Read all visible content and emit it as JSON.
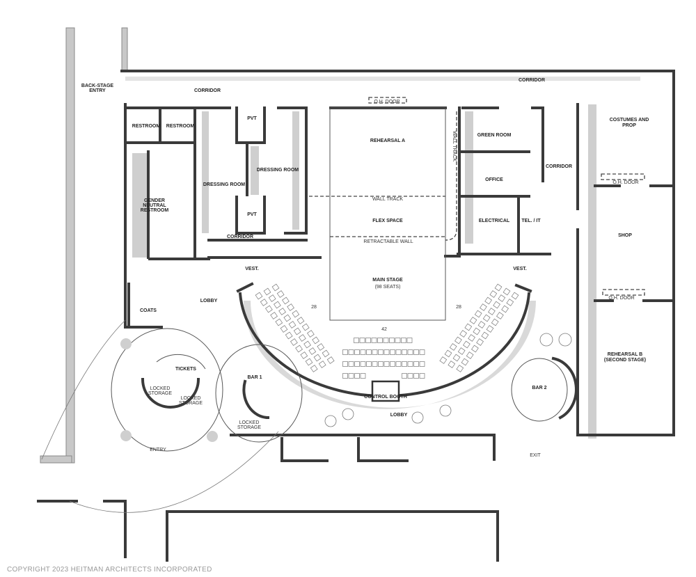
{
  "title": "Theater floor plan",
  "copyright": "COPYRIGHT 2023 HEITMAN ARCHITECTS INCORPORATED",
  "rooms": {
    "backstage_entry_1": "BACK-STAGE",
    "backstage_entry_2": "ENTRY",
    "corridor_top_left": "CORRIDOR",
    "corridor_top_right": "CORRIDOR",
    "corridor_mid": "CORRIDOR",
    "corridor_right": "CORRIDOR",
    "restroom_1": "RESTROOM",
    "restroom_2": "RESTROOM",
    "pvt_1": "PVT",
    "pvt_2": "PVT",
    "dressing_room_1": "DRESSING ROOM",
    "dressing_room_2": "DRESSING ROOM",
    "gender_neutral_1": "GENDER",
    "gender_neutral_2": "NEUTRAL",
    "gender_neutral_3": "RESTROOM",
    "oh_door_1": "O.H. DOOR",
    "oh_door_2": "O.H. DOOR",
    "oh_door_3": "O.H. DOOR",
    "rehearsal_a": "REHEARSAL A",
    "wall_track_vertical": "WALL TRACK",
    "wall_track": "WALL TRACK",
    "flex_space": "FLEX SPACE",
    "retractable_wall": "RETRACTABLE WALL",
    "green_room": "GREEN ROOM",
    "office": "OFFICE",
    "electrical": "ELECTRICAL",
    "tel_it": "TEL. / IT",
    "costumes_1": "COSTUMES AND",
    "costumes_2": "PROP",
    "shop": "SHOP",
    "rehearsal_b_1": "REHEARSAL B",
    "rehearsal_b_2": "(SECOND STAGE)",
    "vest_left": "VEST.",
    "vest_right": "VEST.",
    "main_stage_1": "MAIN STAGE",
    "main_stage_2": "(98 SEATS)",
    "seats_left": "28",
    "seats_right": "28",
    "seats_center": "42",
    "lobby_upper": "LOBBY",
    "lobby_lower": "LOBBY",
    "coats": "COATS",
    "tickets": "TICKETS",
    "locked_storage_a1": "LOCKED",
    "locked_storage_a2": "STORAGE",
    "locked_storage_b1": "LOCKED",
    "locked_storage_b2": "STORAGE",
    "locked_storage_c1": "LOCKED",
    "locked_storage_c2": "STORAGE",
    "bar_1": "BAR 1",
    "bar_2": "BAR 2",
    "control_booth": "CONTROL BOOTH",
    "entry": "ENTRY",
    "exit": "EXIT"
  }
}
